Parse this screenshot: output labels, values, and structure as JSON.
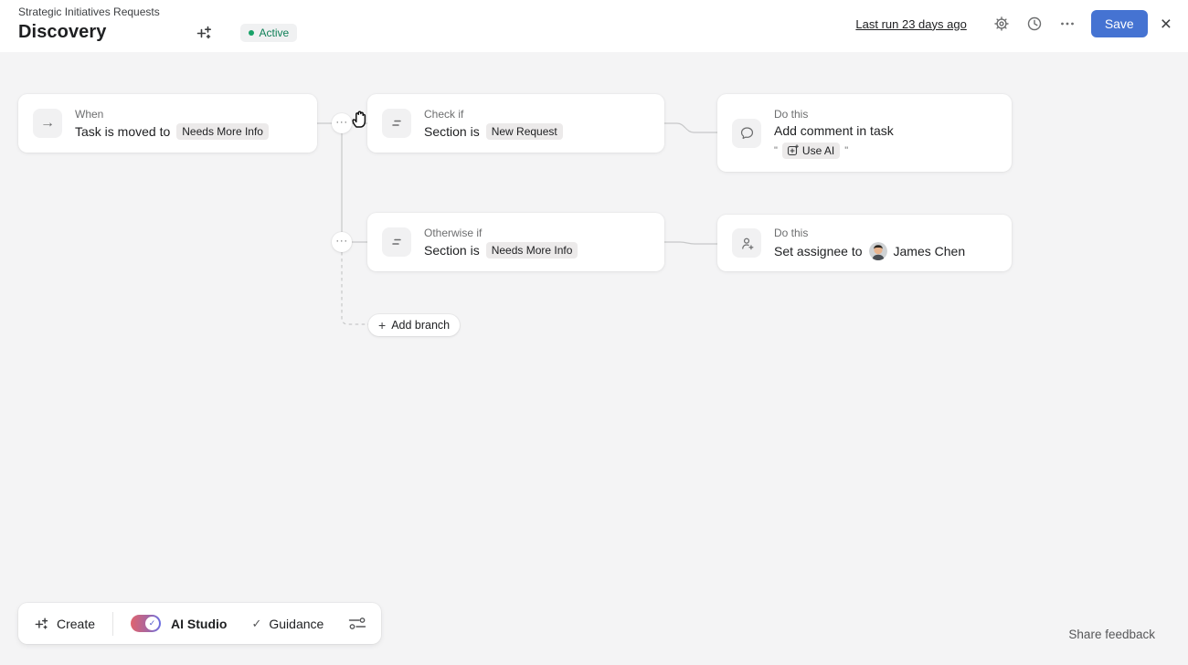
{
  "header": {
    "breadcrumb": "Strategic Initiatives Requests",
    "title": "Discovery",
    "status_badge": "Active",
    "last_run_link": "Last run 23 days ago",
    "save_button": "Save",
    "close_icon": "×"
  },
  "workflow": {
    "trigger": {
      "kicker": "When",
      "text": "Task is moved to",
      "chip": "Needs More Info"
    },
    "check": {
      "kicker": "Check if",
      "text": "Section is",
      "chip": "New Request"
    },
    "action_comment": {
      "kicker": "Do this",
      "text": "Add comment in task",
      "quote_open": "\"",
      "ai_chip": "Use AI",
      "quote_close": "\""
    },
    "otherwise": {
      "kicker": "Otherwise if",
      "text": "Section is",
      "chip": "Needs More Info"
    },
    "action_assignee": {
      "kicker": "Do this",
      "text": "Set assignee to",
      "assignee_name": "James Chen"
    },
    "add_branch_label": "Add branch",
    "connector_dots": "···",
    "trigger_icon_glyph": "→",
    "add_branch_plus": "+"
  },
  "toolbar": {
    "create_label": "Create",
    "ai_studio_label": "AI Studio",
    "guidance_label": "Guidance",
    "guidance_check": "✓",
    "toggle_check": "✓"
  },
  "footer": {
    "share_feedback": "Share feedback"
  },
  "colors": {
    "accent_blue": "#4573d2",
    "status_green": "#0d7f56",
    "canvas_bg": "#f4f4f5",
    "toggle_gradient_start": "#e0636e",
    "toggle_gradient_end": "#6a6fe3",
    "chip_bg": "#eceaea"
  }
}
